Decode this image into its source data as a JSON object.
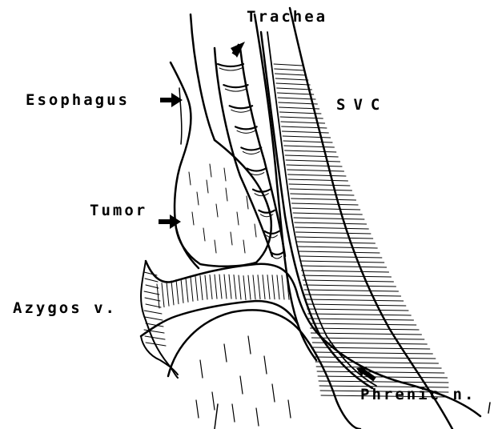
{
  "labels": {
    "trachea": "Trachea",
    "esophagus": "Esophagus",
    "svc": "SVC",
    "tumor": "Tumor",
    "azygos": "Azygos v.",
    "phrenic": "Phrenic n."
  },
  "colors": {
    "ink": "#000000",
    "background": "#ffffff"
  }
}
